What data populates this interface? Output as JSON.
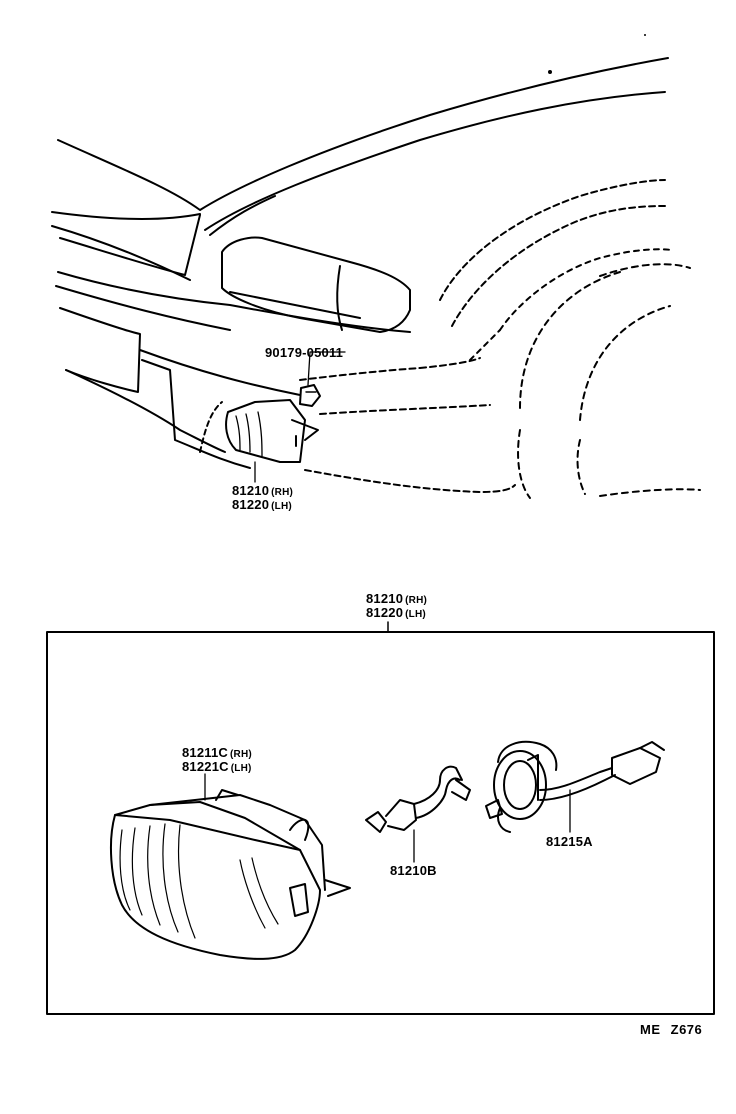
{
  "callouts": {
    "nut": {
      "part": "90179-05011"
    },
    "fog_lamp_upper": {
      "rh": {
        "part": "81210",
        "side": "(RH)"
      },
      "lh": {
        "part": "81220",
        "side": "(LH)"
      }
    },
    "fog_lamp_box": {
      "rh": {
        "part": "81210",
        "side": "(RH)"
      },
      "lh": {
        "part": "81220",
        "side": "(LH)"
      }
    },
    "lamp_unit": {
      "rh": {
        "part": "81211C",
        "side": "(RH)"
      },
      "lh": {
        "part": "81221C",
        "side": "(LH)"
      }
    },
    "bulb": {
      "part": "81210B"
    },
    "socket": {
      "part": "81215A"
    }
  },
  "diagram_ref": {
    "prefix": "ME",
    "code": "Z676"
  },
  "icons": [
    "vehicle-front-corner-illustration",
    "fog-lamp-illustration",
    "bulb-illustration",
    "socket-harness-illustration",
    "nut-illustration"
  ]
}
